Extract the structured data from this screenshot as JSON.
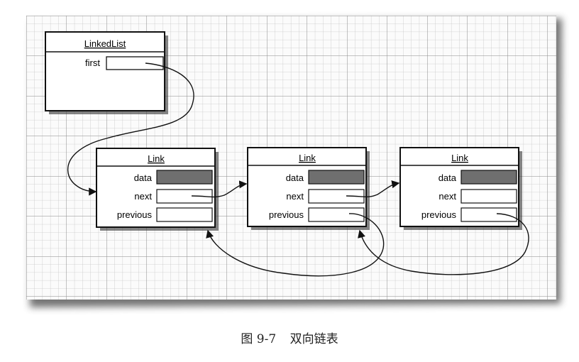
{
  "linkedlist": {
    "title": "LinkedList",
    "field": "first"
  },
  "links": [
    {
      "title": "Link",
      "fields": [
        "data",
        "next",
        "previous"
      ]
    },
    {
      "title": "Link",
      "fields": [
        "data",
        "next",
        "previous"
      ]
    },
    {
      "title": "Link",
      "fields": [
        "data",
        "next",
        "previous"
      ]
    }
  ],
  "caption": {
    "number": "图 9-7",
    "text": "双向链表"
  },
  "colors": {
    "grid_minor": "#c8c8c8",
    "grid_major": "#8a8a8a",
    "data_fill": "#6f6f6f",
    "stroke": "#111111"
  }
}
